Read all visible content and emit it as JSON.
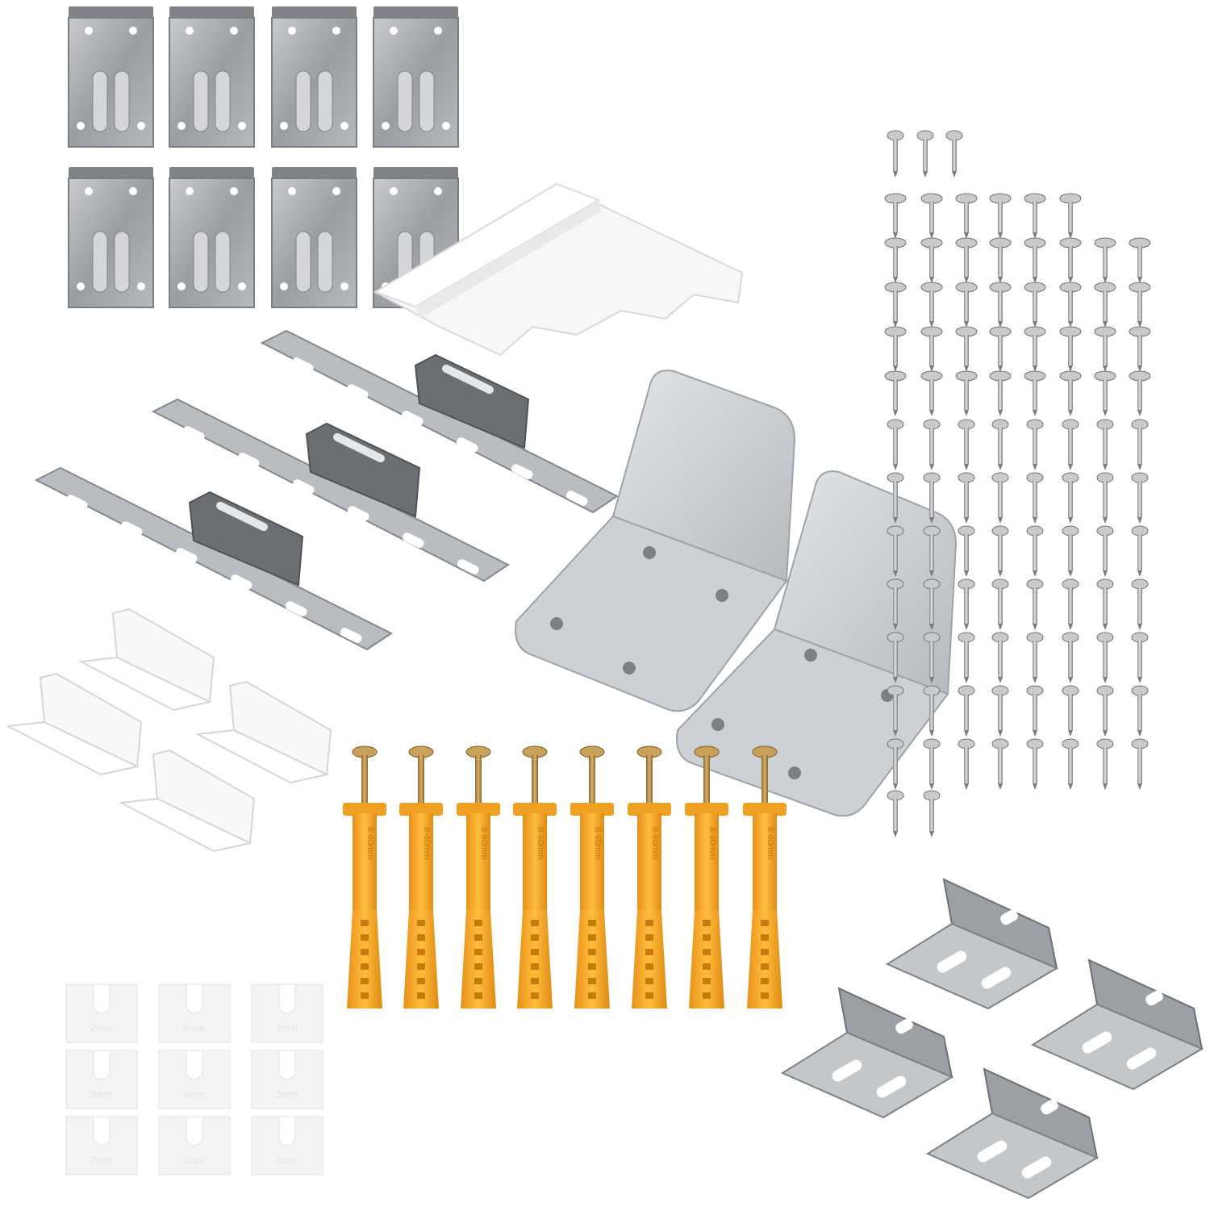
{
  "scene": {
    "description_items": [
      "hanging-plates",
      "screws",
      "white-bracket",
      "slotted-plates",
      "l-brackets",
      "white-l-clips",
      "wall-anchors",
      "shims",
      "mounting-clips"
    ]
  },
  "anchor_marking": "8-60mm",
  "shim_labels": [
    "2mm",
    "5mm",
    "2mm",
    "2mm",
    "5mm",
    "2mm",
    "2mm",
    "5mm",
    "2mm"
  ],
  "colors": {
    "steel": "#a8aaad",
    "steel_dark": "#6e7174",
    "aluminum": "#c8ccd0",
    "white_plastic": "#f6f6f6",
    "anchor_orange": "#f5a623",
    "screw_brass": "#b58a3c"
  }
}
